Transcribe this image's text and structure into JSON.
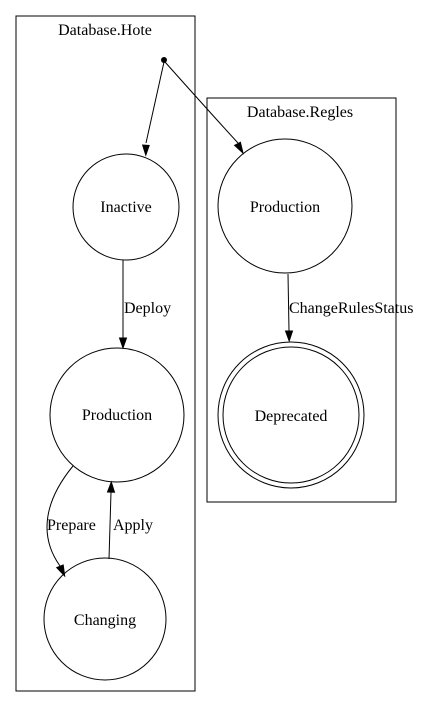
{
  "clusters": {
    "hote": {
      "title": "Database.Hote"
    },
    "regles": {
      "title": "Database.Regles"
    }
  },
  "nodes": {
    "hote_inactive": {
      "label": "Inactive"
    },
    "hote_production": {
      "label": "Production"
    },
    "hote_changing": {
      "label": "Changing"
    },
    "regles_production": {
      "label": "Production"
    },
    "regles_deprecated": {
      "label": "Deprecated",
      "final_state": true
    }
  },
  "edges": {
    "deploy": {
      "label": "Deploy"
    },
    "prepare": {
      "label": "Prepare"
    },
    "apply": {
      "label": "Apply"
    },
    "change_rules_status": {
      "label": "ChangeRulesStatus"
    }
  }
}
